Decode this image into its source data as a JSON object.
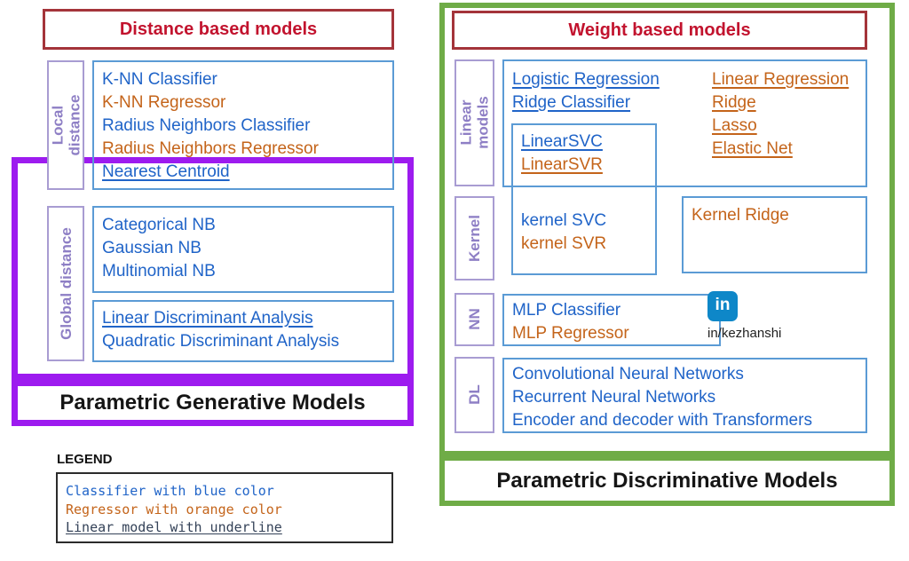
{
  "colors": {
    "classifier_blue": "#2064C8",
    "regressor_orange": "#C4641A",
    "header_text_red": "#C2132E",
    "header_border_red": "#A4343A",
    "box_border_blue": "#5B9BD5",
    "category_label_purple": "#8E7FC5",
    "generative_frame_purple": "#9D1BEF",
    "discriminative_frame_green": "#6FAC47",
    "linkedin_blue": "#0E87C8",
    "legend_linear_dark": "#344258"
  },
  "left": {
    "header": "Distance based models",
    "local_label": {
      "line1": "Local",
      "line2": "distance"
    },
    "global_label": "Global distance",
    "knn_items": [
      {
        "text": "K-NN Classifier",
        "cls": "classifier"
      },
      {
        "text": "K-NN Regressor",
        "cls": "regressor"
      },
      {
        "text": "Radius Neighbors Classifier",
        "cls": "classifier"
      },
      {
        "text": "Radius Neighbors Regressor",
        "cls": "regressor"
      },
      {
        "text": "Nearest Centroid",
        "cls": "classifier linear"
      }
    ],
    "nb_items": [
      {
        "text": "Categorical NB",
        "cls": "classifier"
      },
      {
        "text": "Gaussian NB",
        "cls": "classifier"
      },
      {
        "text": "Multinomial NB",
        "cls": "classifier"
      }
    ],
    "da_items": [
      {
        "text": "Linear Discriminant Analysis",
        "cls": "classifier linear"
      },
      {
        "text": "Quadratic Discriminant Analysis",
        "cls": "classifier"
      }
    ],
    "group_title": "Parametric Generative Models"
  },
  "legend": {
    "heading": "LEGEND",
    "items": [
      {
        "text": "Classifier with blue color",
        "cls": "classifier"
      },
      {
        "text": "Regressor with orange color",
        "cls": "regressor"
      },
      {
        "text": "Linear model with underline",
        "cls": "linear-dark"
      }
    ]
  },
  "right": {
    "header": "Weight based models",
    "linear_label": {
      "line1": "Linear",
      "line2": "models"
    },
    "kernel_label": "Kernel",
    "nn_label": "NN",
    "dl_label": "DL",
    "linear_col1": [
      {
        "text": "Logistic Regression",
        "cls": "classifier linear"
      },
      {
        "text": "Ridge Classifier",
        "cls": "classifier linear"
      }
    ],
    "linear_col2": [
      {
        "text": "Linear Regression",
        "cls": "regressor linear"
      },
      {
        "text": "Ridge",
        "cls": "regressor linear"
      },
      {
        "text": "Lasso",
        "cls": "regressor linear"
      },
      {
        "text": "Elastic Net",
        "cls": "regressor linear"
      }
    ],
    "svm_linear": [
      {
        "text": "LinearSVC",
        "cls": "classifier linear"
      },
      {
        "text": "LinearSVR",
        "cls": "regressor linear"
      }
    ],
    "svm_kernel": [
      {
        "text": "kernel SVC",
        "cls": "classifier"
      },
      {
        "text": "kernel SVR",
        "cls": "regressor"
      }
    ],
    "kernel_ridge": {
      "text": "Kernel Ridge",
      "cls": "regressor"
    },
    "mlp_items": [
      {
        "text": "MLP Classifier",
        "cls": "classifier"
      },
      {
        "text": "MLP Regressor",
        "cls": "regressor"
      }
    ],
    "dl_items": [
      {
        "text": "Convolutional Neural Networks",
        "cls": "classifier"
      },
      {
        "text": "Recurrent Neural Networks",
        "cls": "classifier"
      },
      {
        "text": "Encoder and decoder with Transformers",
        "cls": "classifier"
      }
    ],
    "group_title": "Parametric Discriminative Models",
    "linkedin": {
      "icon": "in",
      "handle": "in/kezhanshi"
    }
  }
}
